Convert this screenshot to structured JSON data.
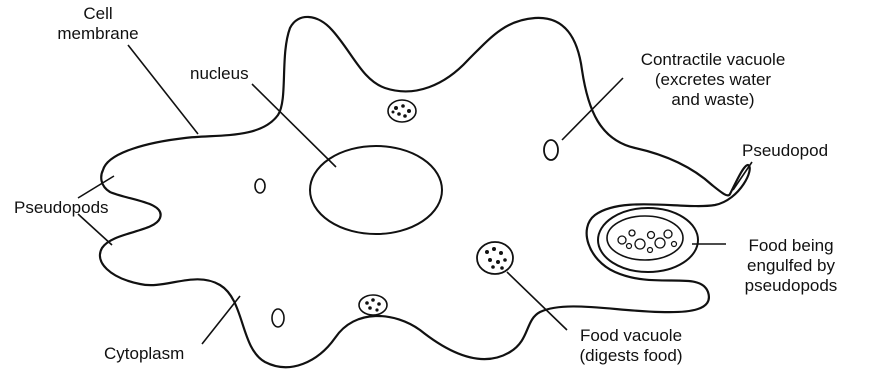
{
  "labels": {
    "cell_membrane_1": "Cell",
    "cell_membrane_2": "membrane",
    "nucleus": "nucleus",
    "contractile_1": "Contractile vacuole",
    "contractile_2": "(excretes water",
    "contractile_3": "and waste)",
    "pseudopod": "Pseudopod",
    "pseudopods": "Pseudopods",
    "food_engulf_1": "Food being",
    "food_engulf_2": "engulfed by",
    "food_engulf_3": "pseudopods",
    "cytoplasm": "Cytoplasm",
    "food_vacuole_1": "Food vacuole",
    "food_vacuole_2": "(digests food)"
  },
  "colors": {
    "ink": "#111111",
    "background": "#ffffff"
  }
}
